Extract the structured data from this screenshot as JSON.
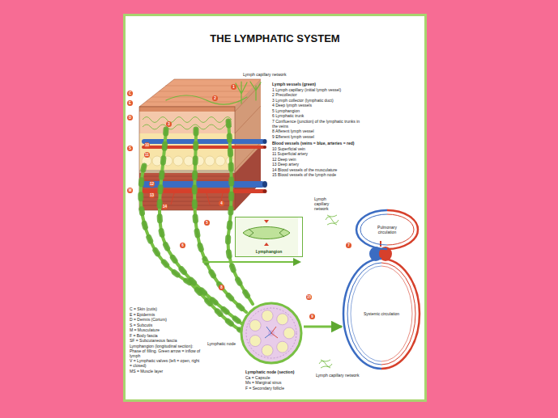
{
  "diagram": {
    "title": "THE LYMPHATIC SYSTEM",
    "nodes": [
      {
        "text": [
          "Lymphangion"
        ]
      },
      {
        "text": [
          "Pulmonary circulation"
        ]
      },
      {
        "text": [
          "Systemic circulation"
        ]
      },
      {
        "text": [
          "Lymphatic node"
        ]
      }
    ],
    "edges": [
      {
        "from": 3,
        "to": 2,
        "arrow": "to"
      }
    ],
    "labels": [
      "Lymph capillary network",
      "Lymph vessels (green)",
      "1 Lymph capillary (initial lymph vessel)",
      "2 Precollector",
      "3 Lymph collector (lymphatic duct)",
      "4 Deep lymph vessels",
      "5 Lymphangion",
      "6 Lymphatic trunk",
      "7 Confluence (junction) of the lymphatic trunks in the veins",
      "8 Afferent lymph vessel",
      "9 Efferent lymph vessel",
      "Blood vessels (veins = blue, arteries = red)",
      "10 Superficial vein",
      "11 Superficial artery",
      "12 Deep vein",
      "13 Deep artery",
      "14 Blood vessels of the musculature",
      "15 Blood vessels of the lymph node",
      "Lymph capillary network",
      "Lymph capillary network",
      "C = Skin (cutis)",
      "E = Epidermis",
      "D = Dermis (Corium)",
      "S = Subcutis",
      "M = Musculature",
      "F = Body fascia",
      "SF = Subcutaneous fascia",
      "Lymphangion (longitudinal section): Phase of filling. Green arrow = inflow of lymph",
      "V = Lymphatic valves (left = open, right = closed)",
      "MS = Muscle layer",
      "Lymphatic node (section)",
      "Ca = Capsule",
      "Ms = Marginal sinus",
      "F = Secondary follicle",
      "1",
      "2",
      "3",
      "4",
      "5",
      "6",
      "7",
      "8",
      "9",
      "10",
      "11",
      "12",
      "13",
      "14",
      "15",
      "C",
      "E",
      "D",
      "S",
      "M"
    ]
  }
}
